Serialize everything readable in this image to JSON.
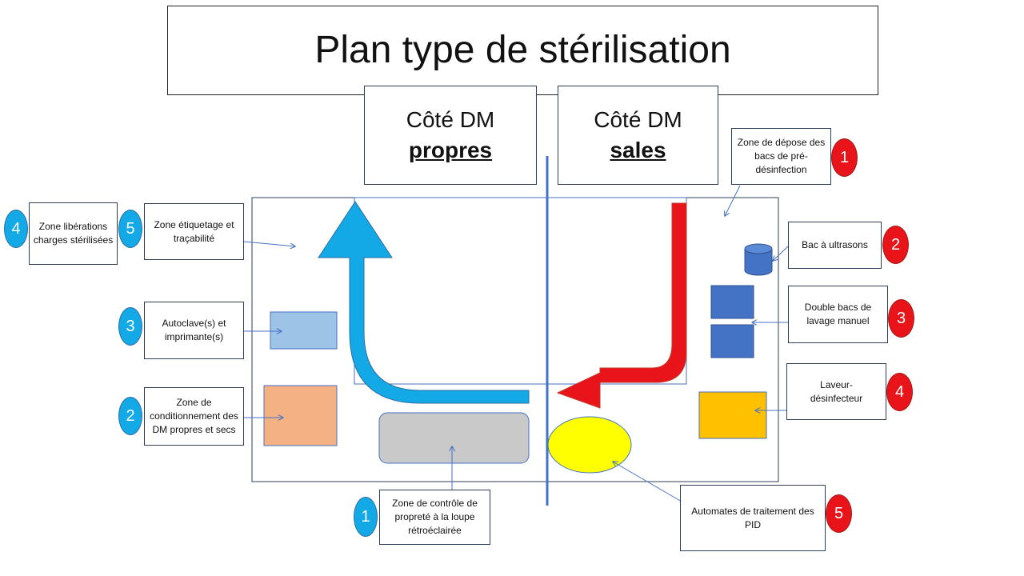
{
  "title": "Plan type de stérilisation",
  "clean_side": {
    "line1": "Côté DM",
    "line2": "propres"
  },
  "dirty_side": {
    "line1": "Côté DM",
    "line2": "sales"
  },
  "clean_labels": [
    {
      "number": "1",
      "text": "Zone de contrôle de propreté à la loupe rétroéclairée"
    },
    {
      "number": "2",
      "text": "Zone de conditionnement des DM propres et secs"
    },
    {
      "number": "3",
      "text": "Autoclave(s) et imprimante(s)"
    },
    {
      "number": "4",
      "text": "Zone libérations charges stérilisées"
    },
    {
      "number": "5",
      "text": "Zone étiquetage et traçabilité"
    }
  ],
  "dirty_labels": [
    {
      "number": "1",
      "text": "Zone de dépose des bacs de pré-désinfection"
    },
    {
      "number": "2",
      "text": "Bac à ultrasons"
    },
    {
      "number": "3",
      "text": "Double bacs de lavage manuel"
    },
    {
      "number": "4",
      "text": "Laveur-désinfecteur"
    },
    {
      "number": "5",
      "text": "Automates de traitement des PID"
    }
  ],
  "colors": {
    "clean": "#12a9e6",
    "dirty": "#e81419",
    "equipment_blue": "#4472c4",
    "autoclave": "#9dc3e6",
    "packaging": "#f4b183",
    "inspection": "#c9c9c9",
    "washer": "#ffc000",
    "automaton": "#ffff00"
  }
}
